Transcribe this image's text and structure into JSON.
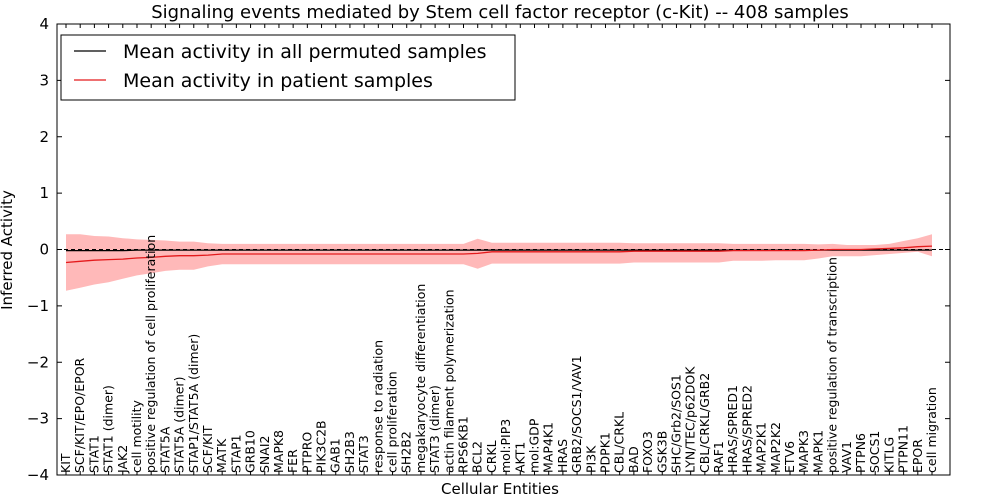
{
  "chart_data": {
    "type": "line",
    "title": "Signaling events mediated by Stem cell factor receptor (c-Kit) -- 408 samples",
    "xlabel": "Cellular Entities",
    "ylabel": "Inferred Activity",
    "ylim": [
      -4,
      4
    ],
    "yticks": [
      -4,
      -3,
      -2,
      -1,
      0,
      1,
      2,
      3,
      4
    ],
    "ytick_labels": [
      "−4",
      "−3",
      "−2",
      "−1",
      "0",
      "1",
      "2",
      "3",
      "4"
    ],
    "grid": false,
    "legend_position": "top-left",
    "colors": {
      "permuted": "#000000",
      "patient": "#e41a1c",
      "band": "#ff8a8a"
    },
    "categories": [
      "KIT",
      "SCF/KIT/EPO/EPOR",
      "STAT1",
      "STAT1 (dimer)",
      "JAK2",
      "cell motility",
      "positive regulation of cell proliferation",
      "STAT5A",
      "STAT5A (dimer)",
      "STAP1/STAT5A (dimer)",
      "SCF/KIT",
      "MATK",
      "STAP1",
      "GRB10",
      "SNAI2",
      "MAPK8",
      "FER",
      "PTPRO",
      "PIK3C2B",
      "GAB1",
      "SH2B3",
      "STAT3",
      "response to radiation",
      "cell proliferation",
      "SH2B2",
      "megakaryocyte differentiation",
      "STAT3 (dimer)",
      "actin filament polymerization",
      "RPS6KB1",
      "BCL2",
      "CRKL",
      "mol:PIP3",
      "AKT1",
      "mol:GDP",
      "MAP4K1",
      "HRAS",
      "GRB2/SOCS1/VAV1",
      "PI3K",
      "PDPK1",
      "CBL/CRKL",
      "BAD",
      "FOXO3",
      "GSK3B",
      "SHC/Grb2/SOS1",
      "LYN/TEC/p62DOK",
      "CBL/CRKL/GRB2",
      "RAF1",
      "HRAS/SPRED1",
      "HRAS/SPRED2",
      "MAP2K1",
      "MAP2K2",
      "ETV6",
      "MAPK3",
      "MAPK1",
      "positive regulation of transcription",
      "VAV1",
      "PTPN6",
      "SOCS1",
      "KITLG",
      "PTPN11",
      "EPOR",
      "cell migration"
    ],
    "series": [
      {
        "name": "Mean activity in all permuted samples",
        "values": [
          -0.02,
          -0.02,
          -0.02,
          -0.02,
          -0.02,
          -0.01,
          -0.01,
          -0.01,
          -0.01,
          -0.01,
          -0.01,
          -0.01,
          -0.01,
          -0.01,
          -0.01,
          -0.01,
          -0.01,
          -0.01,
          -0.01,
          -0.01,
          -0.01,
          -0.01,
          -0.01,
          -0.01,
          -0.01,
          -0.01,
          -0.01,
          -0.01,
          -0.01,
          -0.01,
          -0.01,
          -0.01,
          -0.01,
          -0.01,
          -0.01,
          -0.01,
          -0.01,
          -0.01,
          -0.01,
          -0.01,
          -0.01,
          -0.01,
          -0.01,
          -0.01,
          -0.01,
          -0.01,
          -0.01,
          -0.01,
          -0.01,
          -0.01,
          -0.01,
          -0.01,
          -0.01,
          -0.01,
          -0.01,
          -0.01,
          -0.01,
          -0.01,
          -0.01,
          -0.01,
          -0.01,
          -0.01
        ]
      },
      {
        "name": "Mean activity in patient samples",
        "values": [
          -0.23,
          -0.21,
          -0.19,
          -0.18,
          -0.17,
          -0.15,
          -0.14,
          -0.12,
          -0.11,
          -0.11,
          -0.1,
          -0.08,
          -0.08,
          -0.08,
          -0.08,
          -0.08,
          -0.08,
          -0.08,
          -0.08,
          -0.08,
          -0.08,
          -0.08,
          -0.08,
          -0.08,
          -0.08,
          -0.08,
          -0.08,
          -0.08,
          -0.08,
          -0.07,
          -0.04,
          -0.04,
          -0.04,
          -0.04,
          -0.04,
          -0.04,
          -0.04,
          -0.04,
          -0.04,
          -0.04,
          -0.03,
          -0.03,
          -0.03,
          -0.03,
          -0.03,
          -0.03,
          -0.03,
          -0.02,
          -0.02,
          -0.02,
          -0.02,
          -0.02,
          -0.02,
          -0.01,
          0.0,
          0.0,
          0.0,
          0.01,
          0.02,
          0.03,
          0.05,
          0.06
        ],
        "lower": [
          -0.73,
          -0.68,
          -0.62,
          -0.58,
          -0.52,
          -0.46,
          -0.42,
          -0.38,
          -0.36,
          -0.36,
          -0.3,
          -0.26,
          -0.26,
          -0.26,
          -0.26,
          -0.26,
          -0.26,
          -0.26,
          -0.26,
          -0.26,
          -0.26,
          -0.26,
          -0.26,
          -0.26,
          -0.26,
          -0.26,
          -0.26,
          -0.26,
          -0.26,
          -0.34,
          -0.25,
          -0.25,
          -0.25,
          -0.25,
          -0.25,
          -0.25,
          -0.25,
          -0.25,
          -0.25,
          -0.25,
          -0.23,
          -0.23,
          -0.23,
          -0.23,
          -0.23,
          -0.23,
          -0.23,
          -0.2,
          -0.2,
          -0.2,
          -0.19,
          -0.19,
          -0.19,
          -0.16,
          -0.12,
          -0.12,
          -0.12,
          -0.1,
          -0.08,
          -0.06,
          -0.04,
          -0.12
        ],
        "upper": [
          0.27,
          0.27,
          0.24,
          0.23,
          0.2,
          0.18,
          0.17,
          0.16,
          0.14,
          0.14,
          0.11,
          0.1,
          0.1,
          0.1,
          0.1,
          0.1,
          0.1,
          0.1,
          0.1,
          0.1,
          0.1,
          0.1,
          0.1,
          0.1,
          0.1,
          0.1,
          0.1,
          0.1,
          0.1,
          0.19,
          0.12,
          0.12,
          0.12,
          0.12,
          0.12,
          0.12,
          0.12,
          0.12,
          0.12,
          0.12,
          0.11,
          0.11,
          0.11,
          0.11,
          0.11,
          0.11,
          0.11,
          0.1,
          0.1,
          0.1,
          0.1,
          0.1,
          0.1,
          0.09,
          0.1,
          0.08,
          0.08,
          0.08,
          0.1,
          0.15,
          0.2,
          0.27
        ]
      }
    ]
  }
}
